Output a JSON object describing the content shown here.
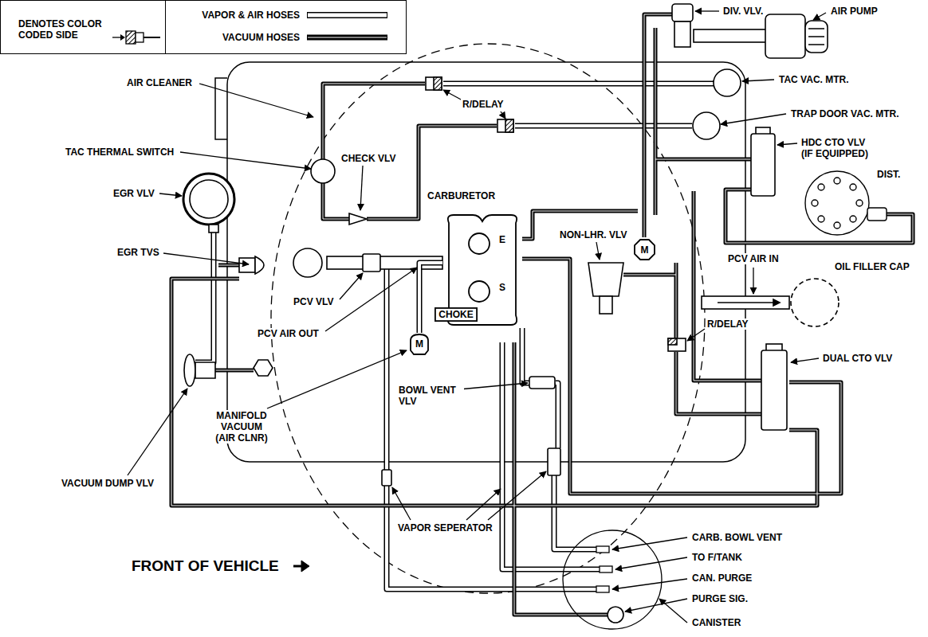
{
  "diagram": {
    "nodes": [
      {
        "text": [
          "CARBURETOR",
          "E",
          "S"
        ]
      },
      {
        "text": [
          "M"
        ]
      },
      {
        "text": [
          "CHOKE"
        ],
        "in": 0
      },
      {
        "text": [
          "M"
        ]
      }
    ],
    "edges": [
      {
        "from": 0,
        "to": 3,
        "arrow": "none"
      }
    ],
    "labels": [
      "DIV. VLV.",
      "AIR PUMP",
      "AIR CLEANER",
      "TAC VAC. MTR.",
      "R/DELAY",
      "TRAP DOOR VAC. MTR.",
      "HDC CTO VLV (IF EQUIPPED)",
      "TAC THERMAL SWITCH",
      "CHECK VLV",
      "DIST.",
      "EGR VLV",
      "NON-LHR. VLV",
      "EGR TVS",
      "PCV AIR IN",
      "OIL FILLER CAP",
      "PCV VLV",
      "R/DELAY",
      "PCV AIR OUT",
      "DUAL CTO VLV",
      "BOWL VENT VLV",
      "MANIFOLD VACUUM (AIR CLNR)",
      "VACUUM DUMP VLV",
      "VAPOR SEPERATOR",
      "CARB. BOWL VENT",
      "FRONT OF VEHICLE",
      "TO F/TANK",
      "CAN. PURGE",
      "PURGE SIG.",
      "CANISTER"
    ],
    "legend": [
      {
        "text": "DENOTES COLOR CODED SIDE"
      },
      {
        "text": "VAPOR & AIR HOSES"
      },
      {
        "text": "VACUUM HOSES"
      }
    ]
  }
}
